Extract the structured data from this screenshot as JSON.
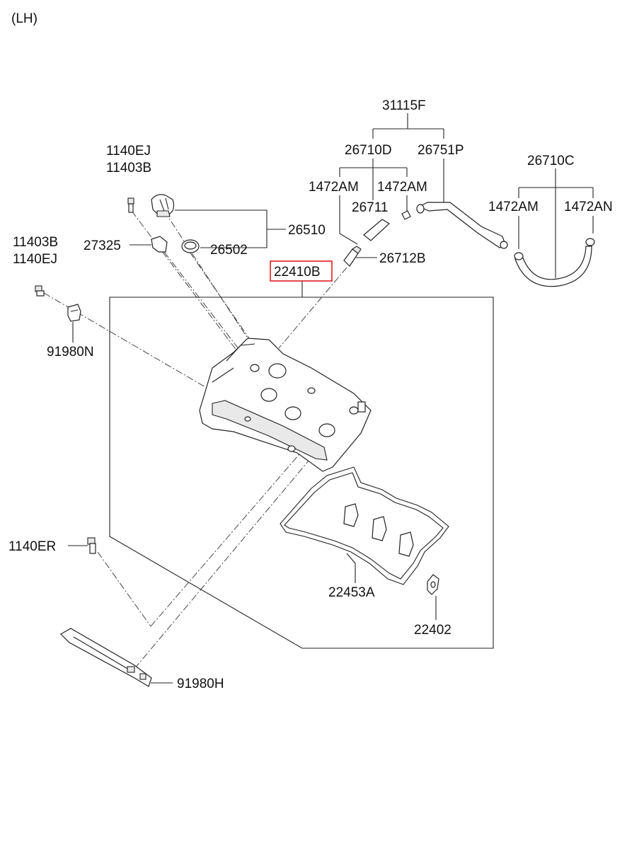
{
  "side_label": "(LH)",
  "highlight_color": "#e02020",
  "labels": {
    "p31115F": "31115F",
    "p26710D": "26710D",
    "p26751P": "26751P",
    "p26710C": "26710C",
    "p1472AM_a": "1472AM",
    "p1472AM_b": "1472AM",
    "p26711": "26711",
    "p1472AM_c": "1472AM",
    "p1472AN": "1472AN",
    "p1140EJ_top": "1140EJ",
    "p11403B_top": "11403B",
    "p26510": "26510",
    "p27325": "27325",
    "p26502": "26502",
    "p11403B_left": "11403B",
    "p1140EJ_left": "1140EJ",
    "p26712B": "26712B",
    "p22410B": "22410B",
    "p91980N": "91980N",
    "p1140ER": "1140ER",
    "p22453A": "22453A",
    "p22402": "22402",
    "p91980H": "91980H"
  }
}
